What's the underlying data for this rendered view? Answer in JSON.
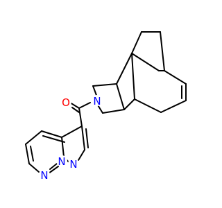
{
  "molecule": {
    "atom_labels": {
      "oxygen": "O",
      "amide_nitrogen": "N",
      "pyrazole_nitrogen": "N",
      "bridgehead_nitrogen": "N",
      "pyridazine_nitrogen": "N"
    }
  },
  "colors": {
    "bond": "#000000",
    "oxygen": "#ff0000",
    "nitrogen": "#0000ff",
    "background": "#ffffff"
  }
}
